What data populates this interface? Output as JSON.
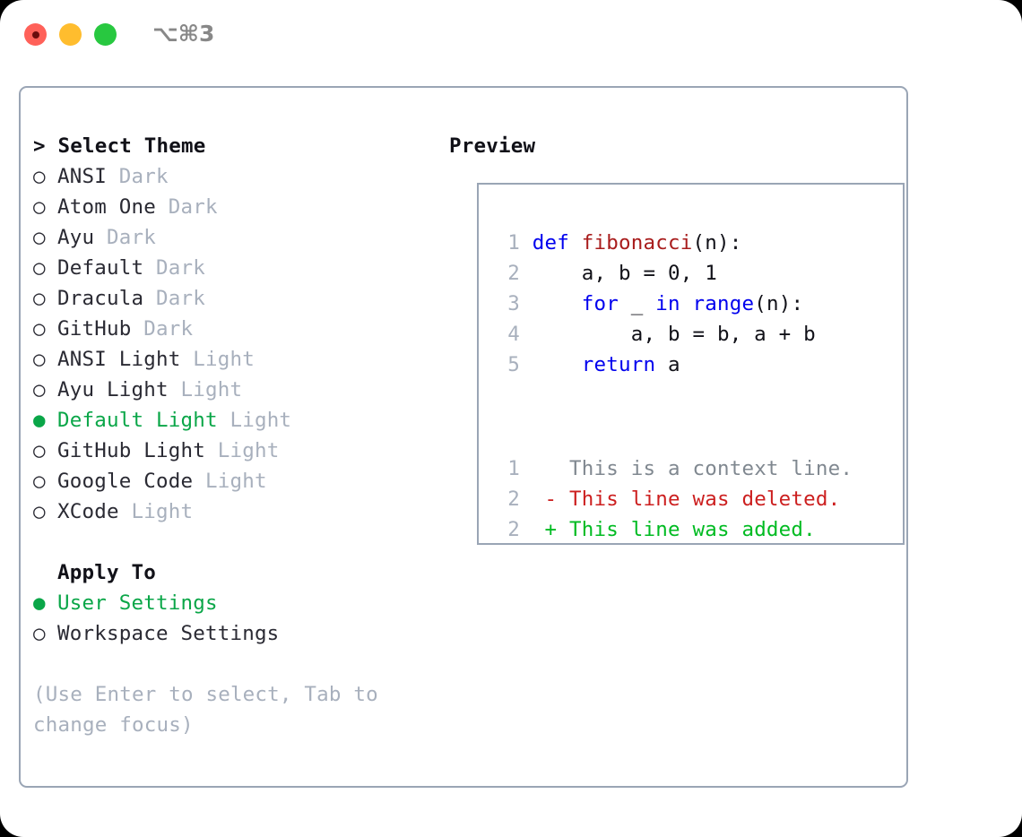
{
  "window": {
    "shortcut": "⌥⌘3",
    "traffic_lights": [
      {
        "name": "close",
        "color": "#ff6159"
      },
      {
        "name": "minimize",
        "color": "#ffbd2e"
      },
      {
        "name": "maximize",
        "color": "#28c840"
      }
    ]
  },
  "colors": {
    "selected_green": "#0aa648",
    "muted_gray": "#a8b0bd",
    "text_dark": "#2a2a33",
    "border": "#9aa5b5",
    "keyword_blue": "#0000ee",
    "function_red": "#a81c1c",
    "diff_add": "#00bb22",
    "diff_del": "#cc1f1f"
  },
  "theme_picker": {
    "heading": "> Select Theme",
    "bullet_selected": "●",
    "bullet_unselected": "○",
    "items": [
      {
        "label": "ANSI",
        "tag": "Dark",
        "selected": false
      },
      {
        "label": "Atom One",
        "tag": "Dark",
        "selected": false
      },
      {
        "label": "Ayu",
        "tag": "Dark",
        "selected": false
      },
      {
        "label": "Default",
        "tag": "Dark",
        "selected": false
      },
      {
        "label": "Dracula",
        "tag": "Dark",
        "selected": false
      },
      {
        "label": "GitHub",
        "tag": "Dark",
        "selected": false
      },
      {
        "label": "ANSI Light",
        "tag": "Light",
        "selected": false
      },
      {
        "label": "Ayu Light",
        "tag": "Light",
        "selected": false
      },
      {
        "label": "Default Light",
        "tag": "Light",
        "selected": true
      },
      {
        "label": "GitHub Light",
        "tag": "Light",
        "selected": false
      },
      {
        "label": "Google Code",
        "tag": "Light",
        "selected": false
      },
      {
        "label": "XCode",
        "tag": "Light",
        "selected": false
      }
    ]
  },
  "apply_to": {
    "heading": "Apply To",
    "items": [
      {
        "label": "User Settings",
        "selected": true
      },
      {
        "label": "Workspace Settings",
        "selected": false
      }
    ]
  },
  "hint": "(Use Enter to select, Tab to change focus)",
  "preview": {
    "heading": "Preview",
    "code_lines": [
      {
        "n": "1",
        "tokens": [
          {
            "t": "def ",
            "k": "kw"
          },
          {
            "t": "fibonacci",
            "k": "fn"
          },
          {
            "t": "(n):",
            "k": "txt"
          }
        ]
      },
      {
        "n": "2",
        "tokens": [
          {
            "t": "    a, b = 0, 1",
            "k": "txt"
          }
        ]
      },
      {
        "n": "3",
        "tokens": [
          {
            "t": "    ",
            "k": "txt"
          },
          {
            "t": "for",
            "k": "kw"
          },
          {
            "t": " _ ",
            "k": "txt"
          },
          {
            "t": "in",
            "k": "kw"
          },
          {
            "t": " ",
            "k": "txt"
          },
          {
            "t": "range",
            "k": "kw"
          },
          {
            "t": "(n):",
            "k": "txt"
          }
        ]
      },
      {
        "n": "4",
        "tokens": [
          {
            "t": "        a, b = b, a + b",
            "k": "txt"
          }
        ]
      },
      {
        "n": "5",
        "tokens": [
          {
            "t": "    ",
            "k": "txt"
          },
          {
            "t": "return",
            "k": "kw"
          },
          {
            "t": " a",
            "k": "txt"
          }
        ]
      }
    ],
    "diff_lines": [
      {
        "n": "1",
        "marker": " ",
        "text": " This is a context line.",
        "kind": "ctx"
      },
      {
        "n": "2",
        "marker": "-",
        "text": " This line was deleted.",
        "kind": "del"
      },
      {
        "n": "2",
        "marker": "+",
        "text": " This line was added.",
        "kind": "add"
      }
    ]
  }
}
